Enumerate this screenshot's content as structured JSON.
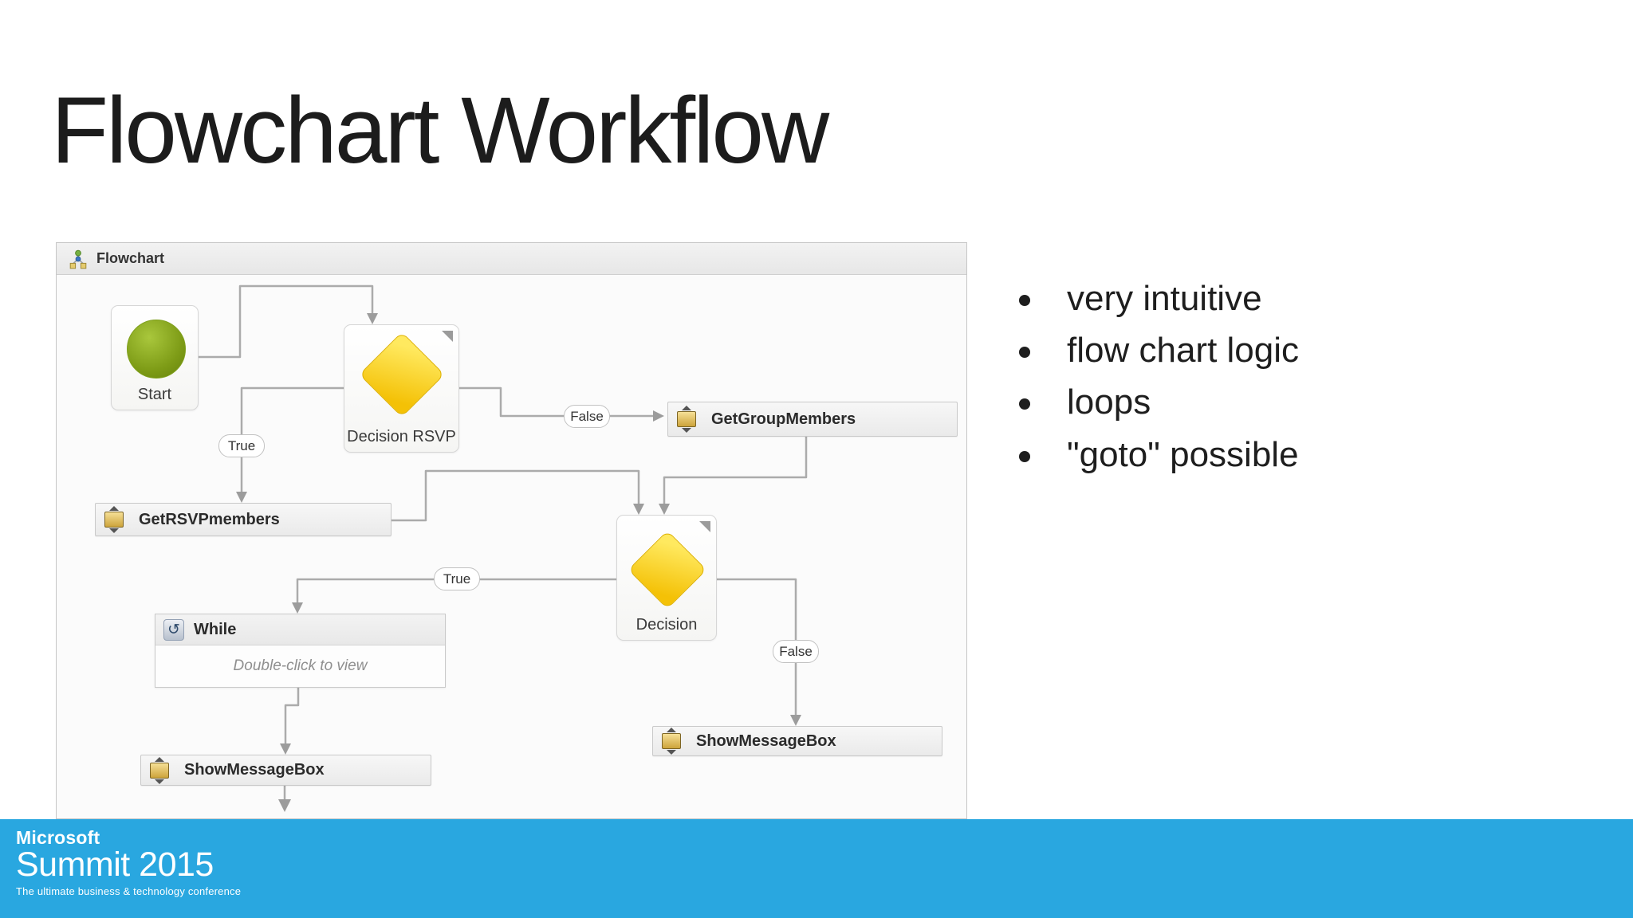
{
  "slide": {
    "title": "Flowchart Workflow",
    "bullets": [
      "very intuitive",
      "flow chart logic",
      "loops",
      "\"goto\" possible"
    ]
  },
  "flowchart": {
    "header": {
      "title": "Flowchart",
      "icon": "flowchart-icon"
    },
    "nodes": {
      "start": {
        "label": "Start",
        "shape": "green-circle"
      },
      "decision_rsvp": {
        "label": "Decision RSVP",
        "shape": "yellow-diamond"
      },
      "get_group_members": {
        "label": "GetGroupMembers",
        "icon": "activity-icon"
      },
      "get_rsvp_members": {
        "label": "GetRSVPmembers",
        "icon": "activity-icon"
      },
      "decision": {
        "label": "Decision",
        "shape": "yellow-diamond"
      },
      "while_loop": {
        "label": "While",
        "hint": "Double-click to view",
        "icon": "loop-icon"
      },
      "show_message_box_left": {
        "label": "ShowMessageBox",
        "icon": "activity-icon"
      },
      "show_message_box_right": {
        "label": "ShowMessageBox",
        "icon": "activity-icon"
      }
    },
    "edge_labels": {
      "false1": "False",
      "true1": "True",
      "true2": "True",
      "false2": "False"
    }
  },
  "footer": {
    "brand": "Microsoft",
    "event": "Summit 2015",
    "tagline": "The ultimate business & technology conference"
  },
  "colors": {
    "footer_bar": "#29A7E0",
    "start_green": "#7D9B16",
    "decision_yellow": "#F4C106",
    "activity_icon_gold": "#CDA43B",
    "connector_gray": "#ABABAB",
    "text_dark": "#1C1C1C"
  }
}
